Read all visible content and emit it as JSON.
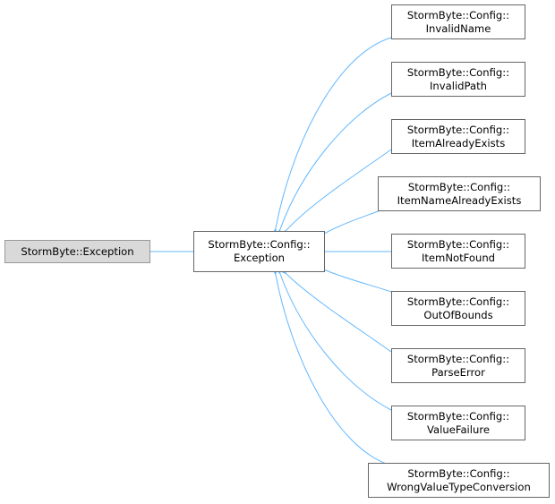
{
  "diagram": {
    "base": {
      "label": "StormByte::Exception"
    },
    "center": {
      "line1": "StormByte::Config::",
      "line2": "Exception"
    },
    "derived": [
      {
        "line1": "StormByte::Config::",
        "line2": "InvalidName"
      },
      {
        "line1": "StormByte::Config::",
        "line2": "InvalidPath"
      },
      {
        "line1": "StormByte::Config::",
        "line2": "ItemAlreadyExists"
      },
      {
        "line1": "StormByte::Config::",
        "line2": "ItemNameAlreadyExists"
      },
      {
        "line1": "StormByte::Config::",
        "line2": "ItemNotFound"
      },
      {
        "line1": "StormByte::Config::",
        "line2": "OutOfBounds"
      },
      {
        "line1": "StormByte::Config::",
        "line2": "ParseError"
      },
      {
        "line1": "StormByte::Config::",
        "line2": "ValueFailure"
      },
      {
        "line1": "StormByte::Config::",
        "line2": "WrongValueTypeConversion"
      }
    ],
    "colors": {
      "edge": "#63b8ff",
      "node_border": "#666666",
      "base_fill": "#d9d9d9"
    }
  }
}
